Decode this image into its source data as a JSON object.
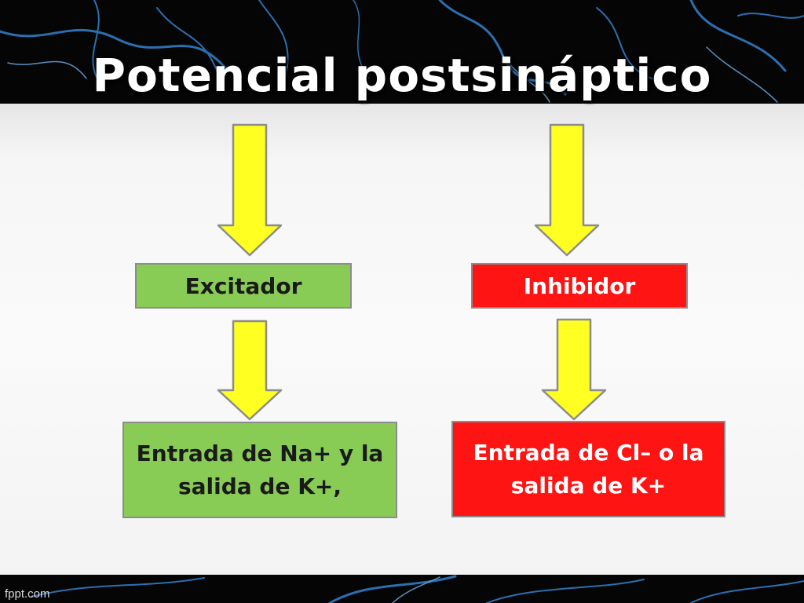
{
  "slide": {
    "title": "Potencial postsináptico",
    "footer": "fppt.com"
  },
  "diagram": {
    "left": {
      "label": "Excitador",
      "description": "Entrada de Na+ y la salida de K+,",
      "color": "#88cc55"
    },
    "right": {
      "label": "Inhibidor",
      "description": "Entrada de Cl– o la salida de K+",
      "color": "#ff1414"
    },
    "arrow_color": "#ffff22"
  }
}
